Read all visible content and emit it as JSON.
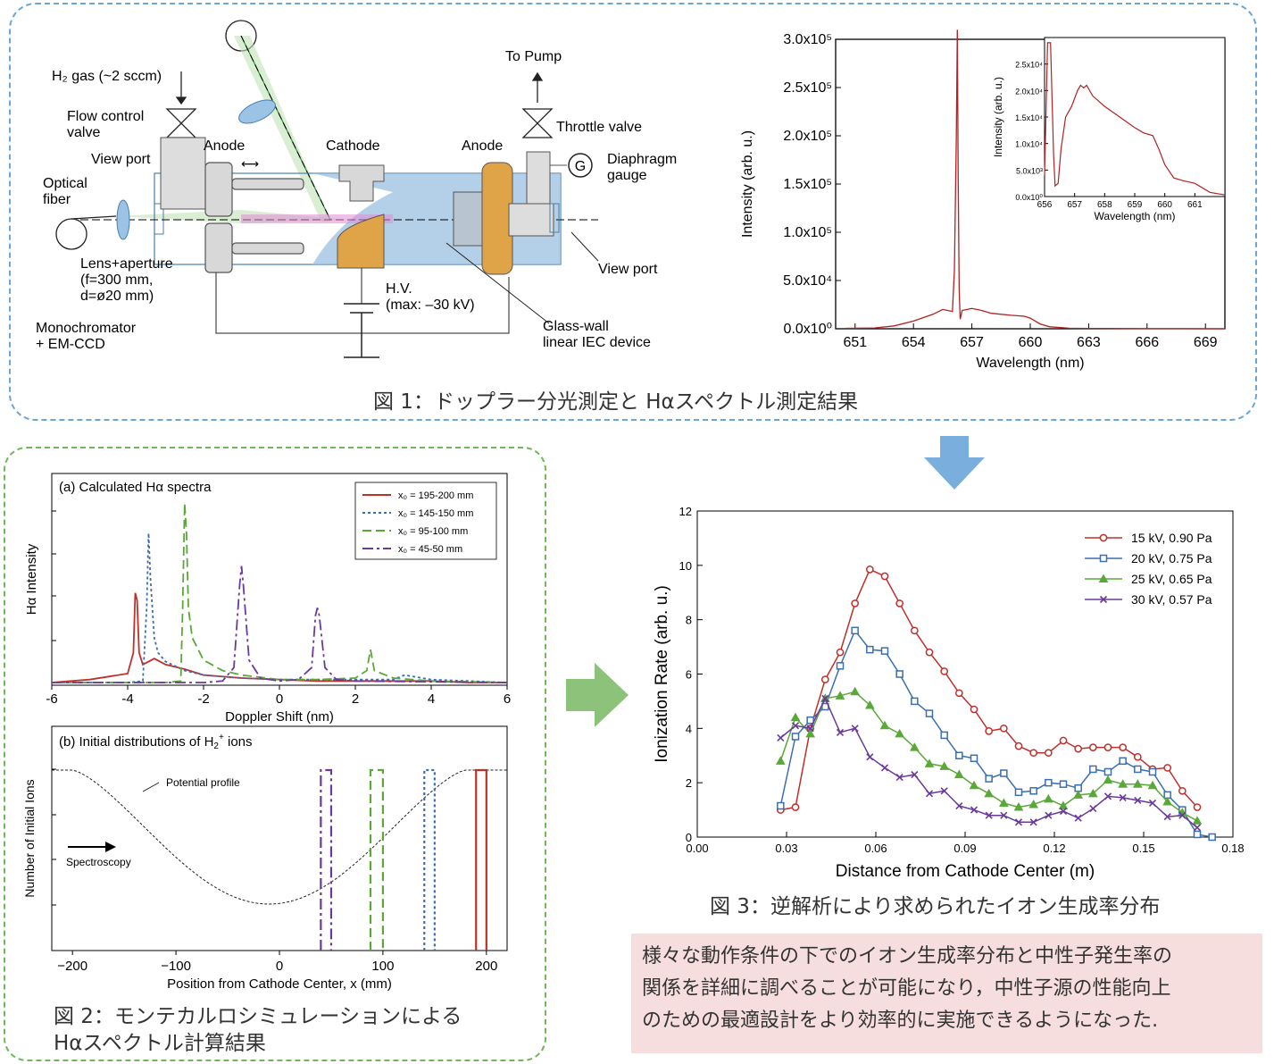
{
  "figure1": {
    "caption": "図 1：ドップラー分光測定と Hαスペクトル測定結果",
    "apparatus_labels": {
      "h2_gas": "H₂ gas (~2 sccm)",
      "flow_control": "Flow control",
      "flow_control2": "valve",
      "view_port_left": "View port",
      "optical_fiber": "Optical",
      "optical_fiber2": "fiber",
      "lens": "Lens+aperture",
      "lens2": "(f=300 mm,",
      "lens3": "d=ø20 mm)",
      "mono": "Monochromator",
      "mono2": "+ EM-CCD",
      "anode_left": "Anode",
      "cathode": "Cathode",
      "anode_right": "Anode",
      "to_pump": "To Pump",
      "throttle": "Throttle valve",
      "diaphragm": "Diaphragm",
      "diaphragm2": "gauge",
      "gauge_symbol": "G",
      "view_port_right": "View port",
      "hv": "H.V.",
      "hv2": "(max: –30 kV)",
      "glass": "Glass-wall",
      "glass2": "linear IEC device"
    }
  },
  "chart_data": [
    {
      "id": "halpha_spectrum",
      "type": "line",
      "xlabel": "Wavelength (nm)",
      "ylabel": "Intensity (arb. u.)",
      "xlim": [
        650,
        670
      ],
      "ylim": [
        0,
        300000
      ],
      "xticks": [
        "651",
        "654",
        "657",
        "660",
        "663",
        "666",
        "669"
      ],
      "yticks": [
        "0.0x10⁰",
        "5.0x10⁴",
        "1.0x10⁵",
        "1.5x10⁵",
        "2.0x10⁵",
        "2.5x10⁵",
        "3.0x10⁵"
      ],
      "color": "#b22222",
      "x": [
        650.5,
        652,
        653,
        654,
        655,
        655.5,
        656,
        656.1,
        656.2,
        656.25,
        656.3,
        656.35,
        656.4,
        656.5,
        657,
        657.5,
        658,
        659,
        659.7,
        660,
        660.5,
        661,
        662,
        663,
        664,
        665,
        666,
        667,
        668,
        669,
        670
      ],
      "y": [
        500,
        800,
        3000,
        8000,
        15000,
        20000,
        18000,
        60000,
        200000,
        310000,
        150000,
        40000,
        10000,
        19000,
        21000,
        19000,
        16000,
        14000,
        13000,
        11000,
        5000,
        2000,
        600,
        400,
        300,
        200,
        100,
        50,
        50,
        0,
        0
      ],
      "inset": {
        "xlabel": "Wavelength (nm)",
        "ylabel": "Intensity (arb. u.)",
        "xlim": [
          656,
          662
        ],
        "ylim": [
          0,
          30000
        ],
        "xticks": [
          "656",
          "657",
          "658",
          "659",
          "660",
          "661"
        ],
        "yticks": [
          "0.0x10⁰",
          "5.0x10³",
          "1.0x10⁴",
          "1.5x10⁴",
          "2.0x10⁴",
          "2.5x10⁴"
        ],
        "x": [
          656,
          656.1,
          656.2,
          656.3,
          656.35,
          656.45,
          656.55,
          656.7,
          656.9,
          657.1,
          657.2,
          657.3,
          657.4,
          657.6,
          658,
          658.5,
          659,
          659.3,
          659.6,
          659.8,
          660,
          660.3,
          660.6,
          661,
          661.5,
          662
        ],
        "y": [
          4000,
          29000,
          29000,
          8000,
          2000,
          2500,
          9000,
          15000,
          17000,
          20000,
          21000,
          20500,
          21000,
          19000,
          17000,
          15000,
          13000,
          12000,
          11500,
          9000,
          6000,
          3500,
          3000,
          2500,
          800,
          300
        ]
      }
    },
    {
      "id": "calc_spectra",
      "type": "line",
      "title": "(a) Calculated Hα spectra",
      "xlabel": "Doppler Shift (nm)",
      "ylabel": "Hα Intensity",
      "xlim": [
        -6,
        6
      ],
      "xticks": [
        "-6",
        "-4",
        "-2",
        "0",
        "2",
        "4",
        "6"
      ],
      "series": [
        {
          "name": "x₀ = 195-200 mm",
          "color": "#c0302a",
          "dash": "",
          "x": [
            -6,
            -5,
            -4.5,
            -4,
            -3.85,
            -3.8,
            -3.75,
            -3.7,
            -3.6,
            -3.3,
            -3,
            -2.5,
            -2,
            -1,
            0,
            1,
            2,
            3,
            4,
            5,
            6
          ],
          "y": [
            0,
            0.02,
            0.04,
            0.06,
            0.2,
            0.6,
            0.55,
            0.2,
            0.12,
            0.16,
            0.12,
            0.09,
            0.05,
            0.03,
            0.02,
            0.01,
            0.01,
            0.01,
            0.01,
            0,
            0
          ]
        },
        {
          "name": "x₀ = 145-150 mm",
          "color": "#3a6fb0",
          "dash": "3,3",
          "x": [
            -6,
            -4,
            -3.6,
            -3.5,
            -3.45,
            -3.4,
            -3.3,
            -3.2,
            -3,
            -2.5,
            -2,
            -1,
            0,
            1,
            2,
            3,
            3.3,
            4,
            6
          ],
          "y": [
            0,
            0,
            0.01,
            0.5,
            1.0,
            0.7,
            0.3,
            0.2,
            0.14,
            0.08,
            0.05,
            0.03,
            0.02,
            0.02,
            0.02,
            0.02,
            0.05,
            0.02,
            0
          ]
        },
        {
          "name": "x₀ = 95-100 mm",
          "color": "#5aa83a",
          "dash": "10,5",
          "x": [
            -6,
            -3,
            -2.6,
            -2.55,
            -2.5,
            -2.45,
            -2.4,
            -2.3,
            -2,
            -1.5,
            -1,
            0,
            1,
            2,
            2.3,
            2.4,
            2.5,
            3,
            4,
            6
          ],
          "y": [
            0,
            0,
            0.01,
            0.5,
            1.2,
            1.0,
            0.5,
            0.3,
            0.15,
            0.08,
            0.05,
            0.02,
            0.02,
            0.03,
            0.08,
            0.22,
            0.08,
            0.03,
            0.01,
            0
          ]
        },
        {
          "name": "x₀ = 45-50 mm",
          "color": "#6a3a9a",
          "dash": "12,4,3,4",
          "x": [
            -6,
            -2,
            -1.5,
            -1.2,
            -1.05,
            -1,
            -0.95,
            -0.8,
            -0.5,
            0,
            0.5,
            0.85,
            0.95,
            1,
            1.05,
            1.2,
            1.5,
            2,
            6
          ],
          "y": [
            0,
            0,
            0.01,
            0.1,
            0.65,
            0.78,
            0.65,
            0.15,
            0.03,
            0.01,
            0.02,
            0.1,
            0.45,
            0.5,
            0.45,
            0.1,
            0.02,
            0.01,
            0
          ]
        }
      ]
    },
    {
      "id": "initial_dist",
      "type": "line",
      "title": "(b) Initial distributions of H₂⁺ ions",
      "title_base": "(b) Initial distributions of H",
      "title_sub": "2",
      "title_sup": "+",
      "title_end": " ions",
      "xlabel": "Position from Cathode Center, x (mm)",
      "ylabel": "Number of Initial Ions",
      "xlim": [
        -220,
        220
      ],
      "xticks": [
        "−200",
        "−100",
        "0",
        "100",
        "200"
      ],
      "annotation_potential": "Potential profile",
      "annotation_spectroscopy": "Spectroscopy",
      "bars": [
        {
          "x0": 40,
          "x1": 50,
          "color": "#6a3a9a",
          "dash": "12,4,3,4"
        },
        {
          "x0": 88,
          "x1": 100,
          "color": "#5aa83a",
          "dash": "10,5"
        },
        {
          "x0": 140,
          "x1": 150,
          "color": "#3a6fb0",
          "dash": "3,3"
        },
        {
          "x0": 190,
          "x1": 200,
          "color": "#c0302a",
          "dash": ""
        }
      ]
    },
    {
      "id": "ionization_rate",
      "type": "line",
      "xlabel": "Distance from Cathode Center (m)",
      "ylabel": "Ionization Rate (arb. u.)",
      "xlim": [
        0,
        0.18
      ],
      "ylim": [
        0,
        12
      ],
      "xticks": [
        "0.00",
        "0.03",
        "0.06",
        "0.09",
        "0.12",
        "0.15",
        "0.18"
      ],
      "yticks": [
        "0",
        "2",
        "4",
        "6",
        "8",
        "10",
        "12"
      ],
      "series": [
        {
          "name": "15 kV, 0.90 Pa",
          "color": "#c0302a",
          "marker": "circle",
          "x": [
            0.028,
            0.033,
            0.038,
            0.043,
            0.048,
            0.053,
            0.058,
            0.063,
            0.068,
            0.073,
            0.078,
            0.083,
            0.088,
            0.093,
            0.098,
            0.103,
            0.108,
            0.113,
            0.118,
            0.123,
            0.128,
            0.133,
            0.138,
            0.143,
            0.148,
            0.153,
            0.158,
            0.163,
            0.168
          ],
          "y": [
            1.0,
            1.1,
            4.0,
            5.8,
            6.8,
            8.6,
            9.85,
            9.6,
            8.6,
            7.6,
            6.8,
            6.1,
            5.3,
            4.7,
            3.9,
            4.0,
            3.35,
            3.1,
            3.1,
            3.55,
            3.25,
            3.3,
            3.3,
            3.3,
            2.95,
            2.5,
            2.55,
            1.7,
            1.1
          ]
        },
        {
          "name": "20 kV, 0.75 Pa",
          "color": "#3a6fb0",
          "marker": "square",
          "x": [
            0.028,
            0.033,
            0.038,
            0.043,
            0.048,
            0.053,
            0.058,
            0.063,
            0.068,
            0.073,
            0.078,
            0.083,
            0.088,
            0.093,
            0.098,
            0.103,
            0.108,
            0.113,
            0.118,
            0.123,
            0.128,
            0.133,
            0.138,
            0.143,
            0.148,
            0.153,
            0.158,
            0.163,
            0.168,
            0.173
          ],
          "y": [
            1.15,
            3.7,
            4.3,
            4.8,
            6.3,
            7.6,
            6.9,
            6.85,
            6.0,
            5.0,
            4.55,
            3.75,
            3.0,
            2.9,
            2.15,
            2.35,
            1.65,
            1.7,
            2.0,
            1.95,
            1.8,
            2.5,
            2.4,
            2.8,
            2.5,
            2.4,
            1.55,
            1.0,
            0.1,
            0.0
          ]
        },
        {
          "name": "25 kV, 0.65 Pa",
          "color": "#5aa83a",
          "marker": "triangle",
          "x": [
            0.028,
            0.033,
            0.038,
            0.043,
            0.048,
            0.053,
            0.058,
            0.063,
            0.068,
            0.073,
            0.078,
            0.083,
            0.088,
            0.093,
            0.098,
            0.103,
            0.108,
            0.113,
            0.118,
            0.123,
            0.128,
            0.133,
            0.138,
            0.143,
            0.148,
            0.153,
            0.158,
            0.163,
            0.168
          ],
          "y": [
            2.8,
            4.4,
            3.8,
            5.1,
            5.2,
            5.35,
            4.85,
            4.1,
            3.8,
            3.3,
            2.7,
            2.6,
            2.3,
            1.9,
            1.6,
            1.25,
            1.1,
            1.2,
            1.4,
            1.15,
            1.55,
            1.6,
            2.1,
            1.95,
            1.95,
            1.9,
            1.3,
            0.9,
            0.6
          ]
        },
        {
          "name": "30 kV, 0.57 Pa",
          "color": "#6a3a9a",
          "marker": "cross",
          "x": [
            0.028,
            0.033,
            0.038,
            0.043,
            0.048,
            0.053,
            0.058,
            0.063,
            0.068,
            0.073,
            0.078,
            0.083,
            0.088,
            0.093,
            0.098,
            0.103,
            0.108,
            0.113,
            0.118,
            0.123,
            0.128,
            0.133,
            0.138,
            0.143,
            0.148,
            0.153,
            0.158,
            0.163,
            0.168
          ],
          "y": [
            3.65,
            4.1,
            4.0,
            5.1,
            3.85,
            4.0,
            2.95,
            2.55,
            2.2,
            2.3,
            1.6,
            1.7,
            1.15,
            1.0,
            0.8,
            0.8,
            0.55,
            0.55,
            0.8,
            0.95,
            0.7,
            1.05,
            1.5,
            1.45,
            1.35,
            1.25,
            0.75,
            0.8,
            0.35
          ]
        }
      ]
    }
  ],
  "figure2": {
    "caption_line1": "図 2：モンテカルロシミュレーションによる",
    "caption_line2": "Hαスペクトル計算結果"
  },
  "figure3": {
    "caption": "図 3：逆解析により求められたイオン生成率分布"
  },
  "summary": {
    "line1": "様々な動作条件の下でのイオン生成率分布と中性子発生率の",
    "line2": "関係を詳細に調べることが可能になり，中性子源の性能向上",
    "line3": "のための最適設計をより効率的に実施できるようになった."
  },
  "colors": {
    "blue_frame": "#6aa6d6",
    "green_frame": "#6fb85a",
    "down_arrow": "#7aaedc",
    "right_arrow": "#8cc27a",
    "summary_bg": "#f6dede"
  }
}
